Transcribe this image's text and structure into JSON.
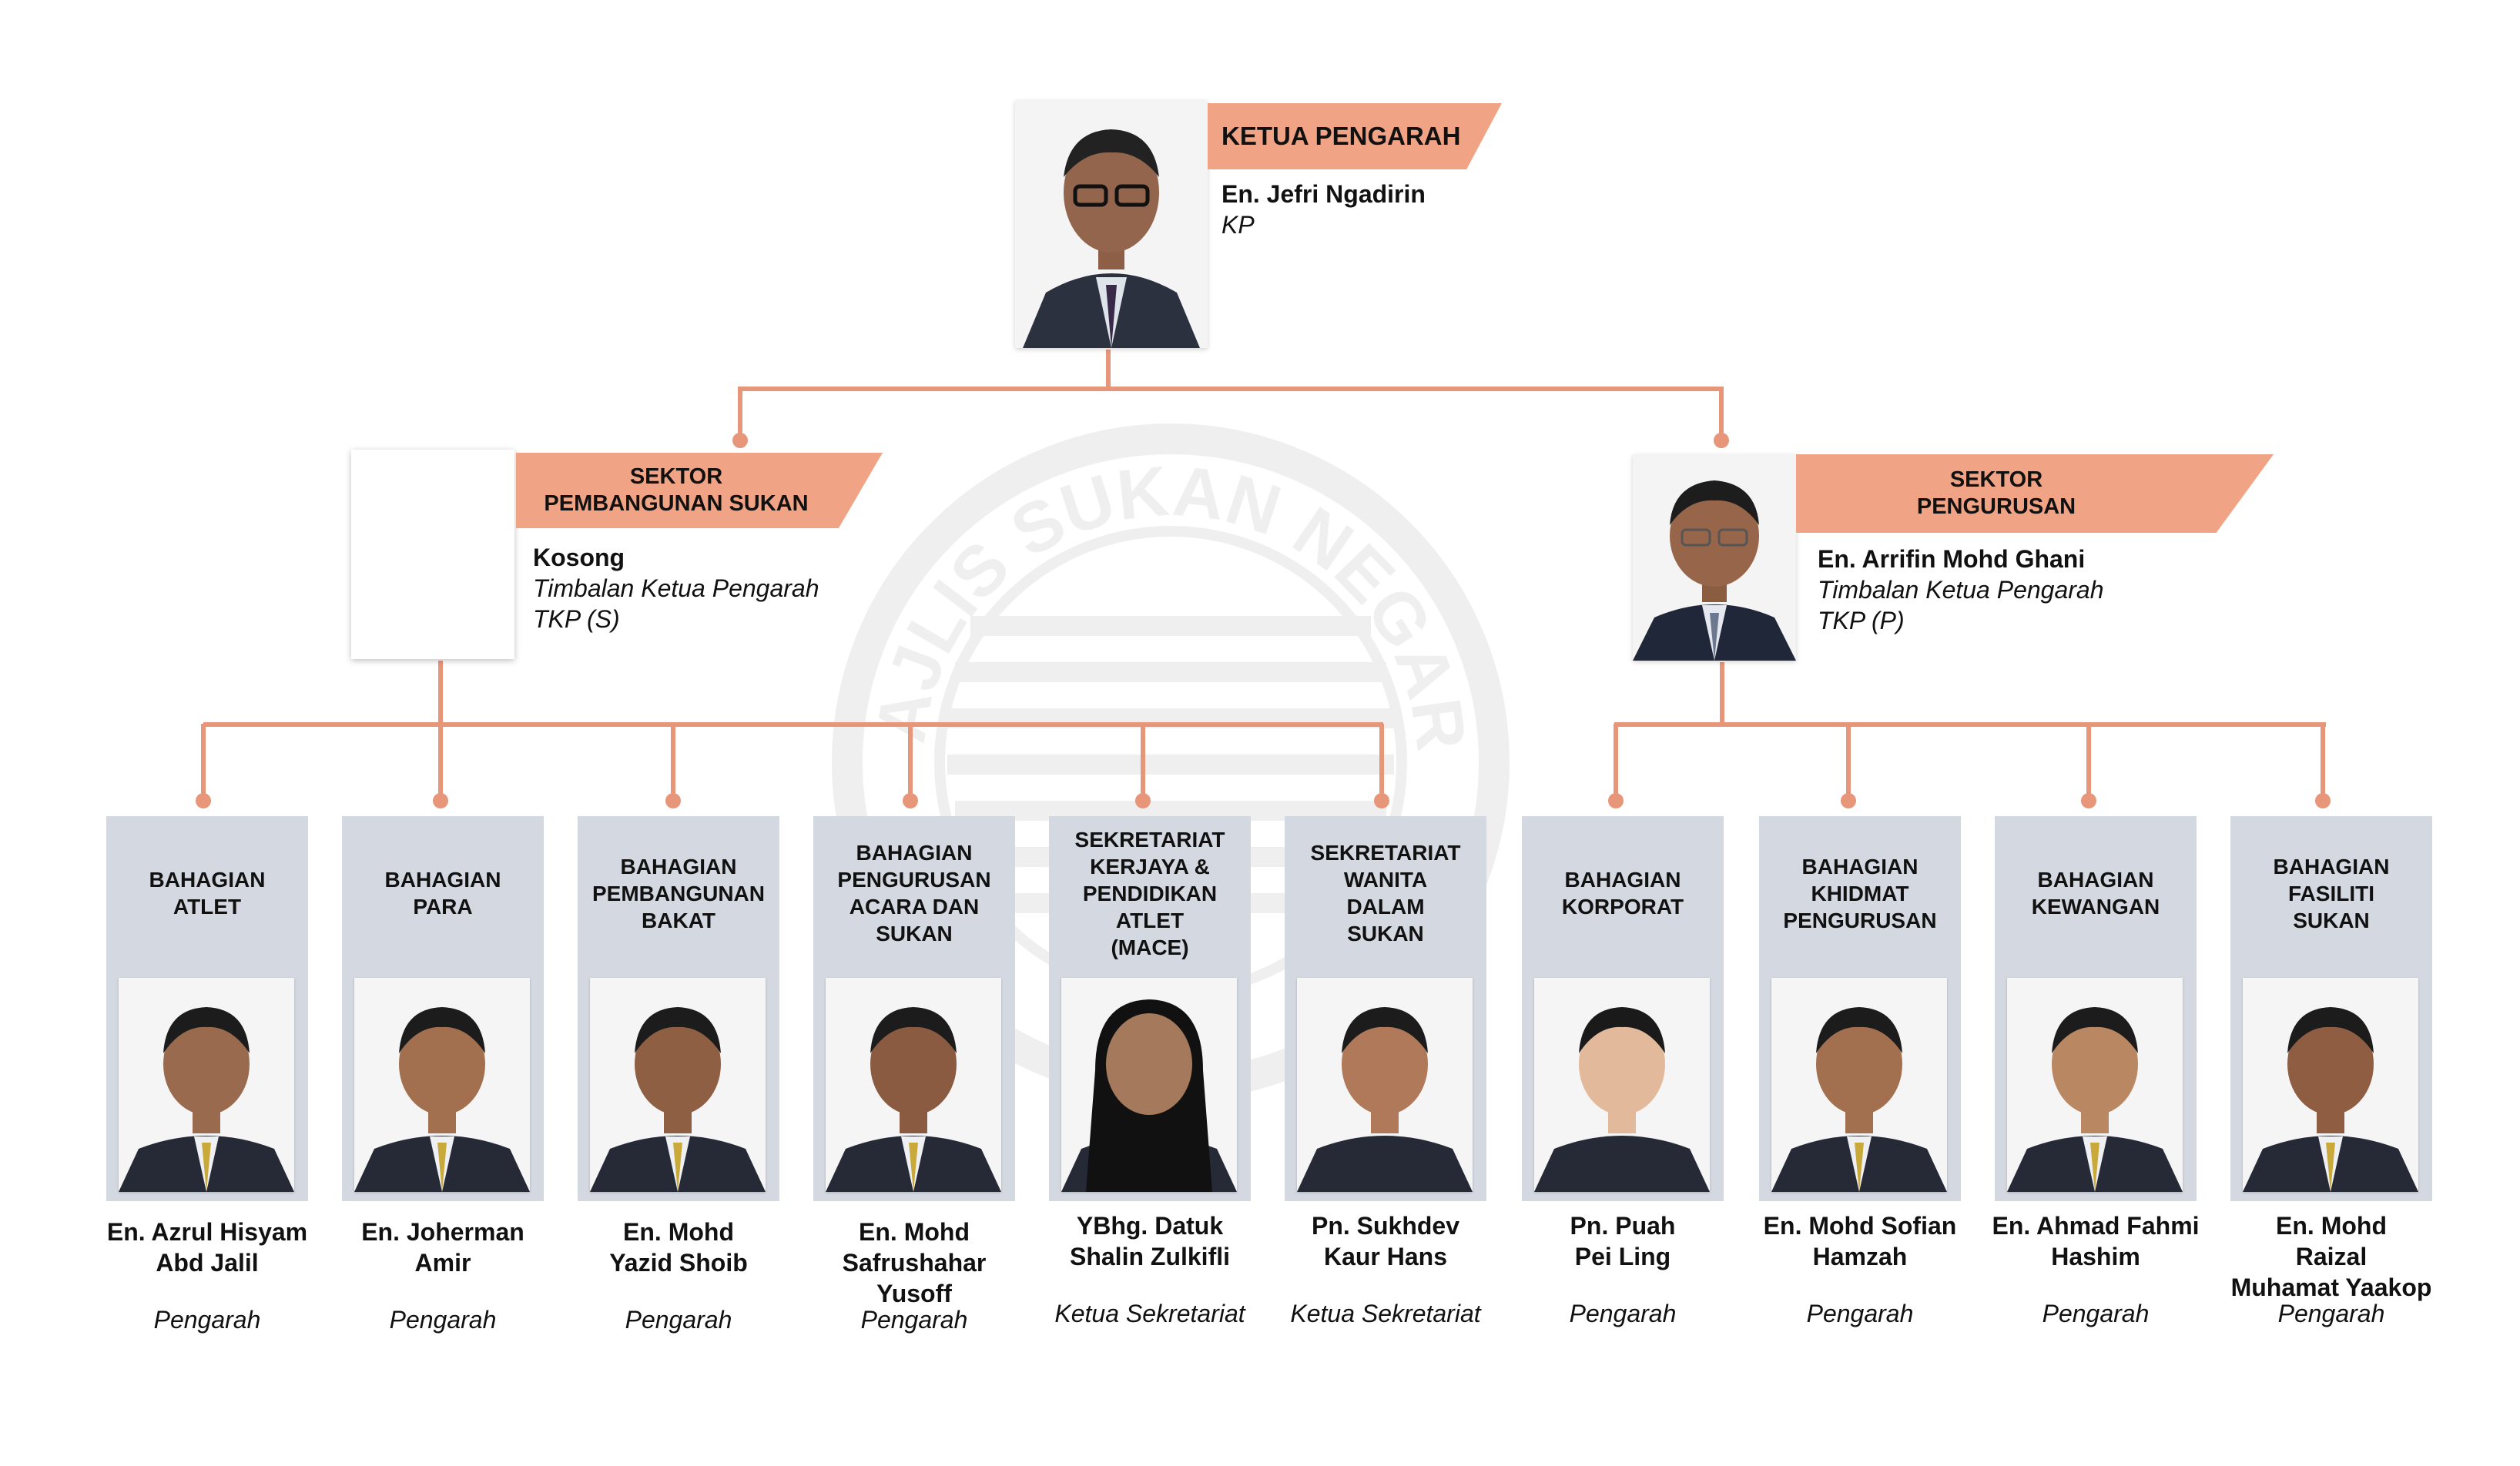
{
  "watermark_text": "MAJLIS SUKAN NEGARA",
  "colors": {
    "accent": "#e8967a",
    "banner": "#f0a485",
    "card": "#d4d9e1"
  },
  "top": {
    "role": "KETUA PENGARAH",
    "name": "En. Jefri Ngadirin",
    "title": "KP"
  },
  "sectors": [
    {
      "role_line1": "SEKTOR",
      "role_line2": "PEMBANGUNAN SUKAN",
      "name": "Kosong",
      "title": "Timbalan Ketua Pengarah",
      "code": "TKP (S)"
    },
    {
      "role_line1": "SEKTOR",
      "role_line2": "PENGURUSAN",
      "name": "En. Arrifin Mohd Ghani",
      "title": "Timbalan Ketua Pengarah",
      "code": "TKP (P)"
    }
  ],
  "divisions": [
    {
      "lines": [
        "BAHAGIAN",
        "ATLET"
      ],
      "name": [
        "En. Azrul Hisyam",
        "Abd Jalil"
      ],
      "title": "Pengarah"
    },
    {
      "lines": [
        "BAHAGIAN",
        "PARA"
      ],
      "name": [
        "En. Joherman",
        "Amir"
      ],
      "title": "Pengarah"
    },
    {
      "lines": [
        "BAHAGIAN",
        "PEMBANGUNAN",
        "BAKAT"
      ],
      "name": [
        "En. Mohd",
        "Yazid Shoib"
      ],
      "title": "Pengarah"
    },
    {
      "lines": [
        "BAHAGIAN",
        "PENGURUSAN",
        "ACARA DAN",
        "SUKAN"
      ],
      "name": [
        "En. Mohd",
        "Safrushahar",
        "Yusoff"
      ],
      "title": "Pengarah"
    },
    {
      "lines": [
        "SEKRETARIAT",
        "KERJAYA &",
        "PENDIDIKAN",
        "ATLET",
        "(MACE)"
      ],
      "name": [
        "YBhg. Datuk",
        "Shalin Zulkifli"
      ],
      "title": "Ketua Sekretariat"
    },
    {
      "lines": [
        "SEKRETARIAT",
        "WANITA",
        "DALAM",
        "SUKAN"
      ],
      "name": [
        "Pn. Sukhdev",
        "Kaur Hans"
      ],
      "title": "Ketua Sekretariat"
    },
    {
      "lines": [
        "BAHAGIAN",
        "KORPORAT"
      ],
      "name": [
        "Pn. Puah",
        "Pei Ling"
      ],
      "title": "Pengarah"
    },
    {
      "lines": [
        "BAHAGIAN",
        "KHIDMAT",
        "PENGURUSAN"
      ],
      "name": [
        "En. Mohd Sofian",
        "Hamzah"
      ],
      "title": "Pengarah"
    },
    {
      "lines": [
        "BAHAGIAN",
        "KEWANGAN"
      ],
      "name": [
        "En. Ahmad Fahmi",
        "Hashim"
      ],
      "title": "Pengarah"
    },
    {
      "lines": [
        "BAHAGIAN",
        "FASILITI",
        "SUKAN"
      ],
      "name": [
        "En. Mohd",
        "Raizal",
        "Muhamat Yaakop"
      ],
      "title": "Pengarah"
    }
  ]
}
